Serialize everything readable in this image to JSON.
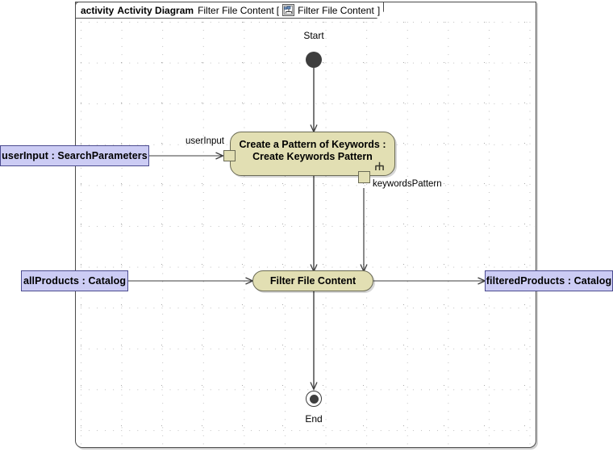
{
  "frame": {
    "keyword": "activity",
    "type_label": "Activity Diagram",
    "diagram_name": "Filter File Content",
    "bracket_open": "[",
    "icon": "activity-diagram-icon",
    "context_name": "Filter File Content",
    "bracket_close": "]"
  },
  "nodes": {
    "start": {
      "name": "initial-node",
      "caption": "Start"
    },
    "end": {
      "name": "activity-final-node",
      "caption": "End"
    },
    "create_keywords": {
      "label": "Create a Pattern of Keywords :\nCreate Keywords Pattern",
      "line1": "Create a Pattern of Keywords :",
      "line2": "Create Keywords Pattern",
      "marker": "rake-icon",
      "input_pin_label": "userInput",
      "output_pin_label": "keywordsPattern"
    },
    "filter_file_content": {
      "label": "Filter File Content"
    },
    "user_input": {
      "label": "userInput : SearchParameters"
    },
    "all_products": {
      "label": "allProducts : Catalog"
    },
    "filtered_products": {
      "label": "filteredProducts : Catalog"
    }
  },
  "colors": {
    "action_fill": "#e2dfb3",
    "action_border": "#6b6b55",
    "object_fill": "#ccccf4",
    "object_border": "#4b4b8f",
    "edge": "#3e3e3e",
    "frame_border": "#4a4a4a",
    "canvas": "#ffffff"
  }
}
